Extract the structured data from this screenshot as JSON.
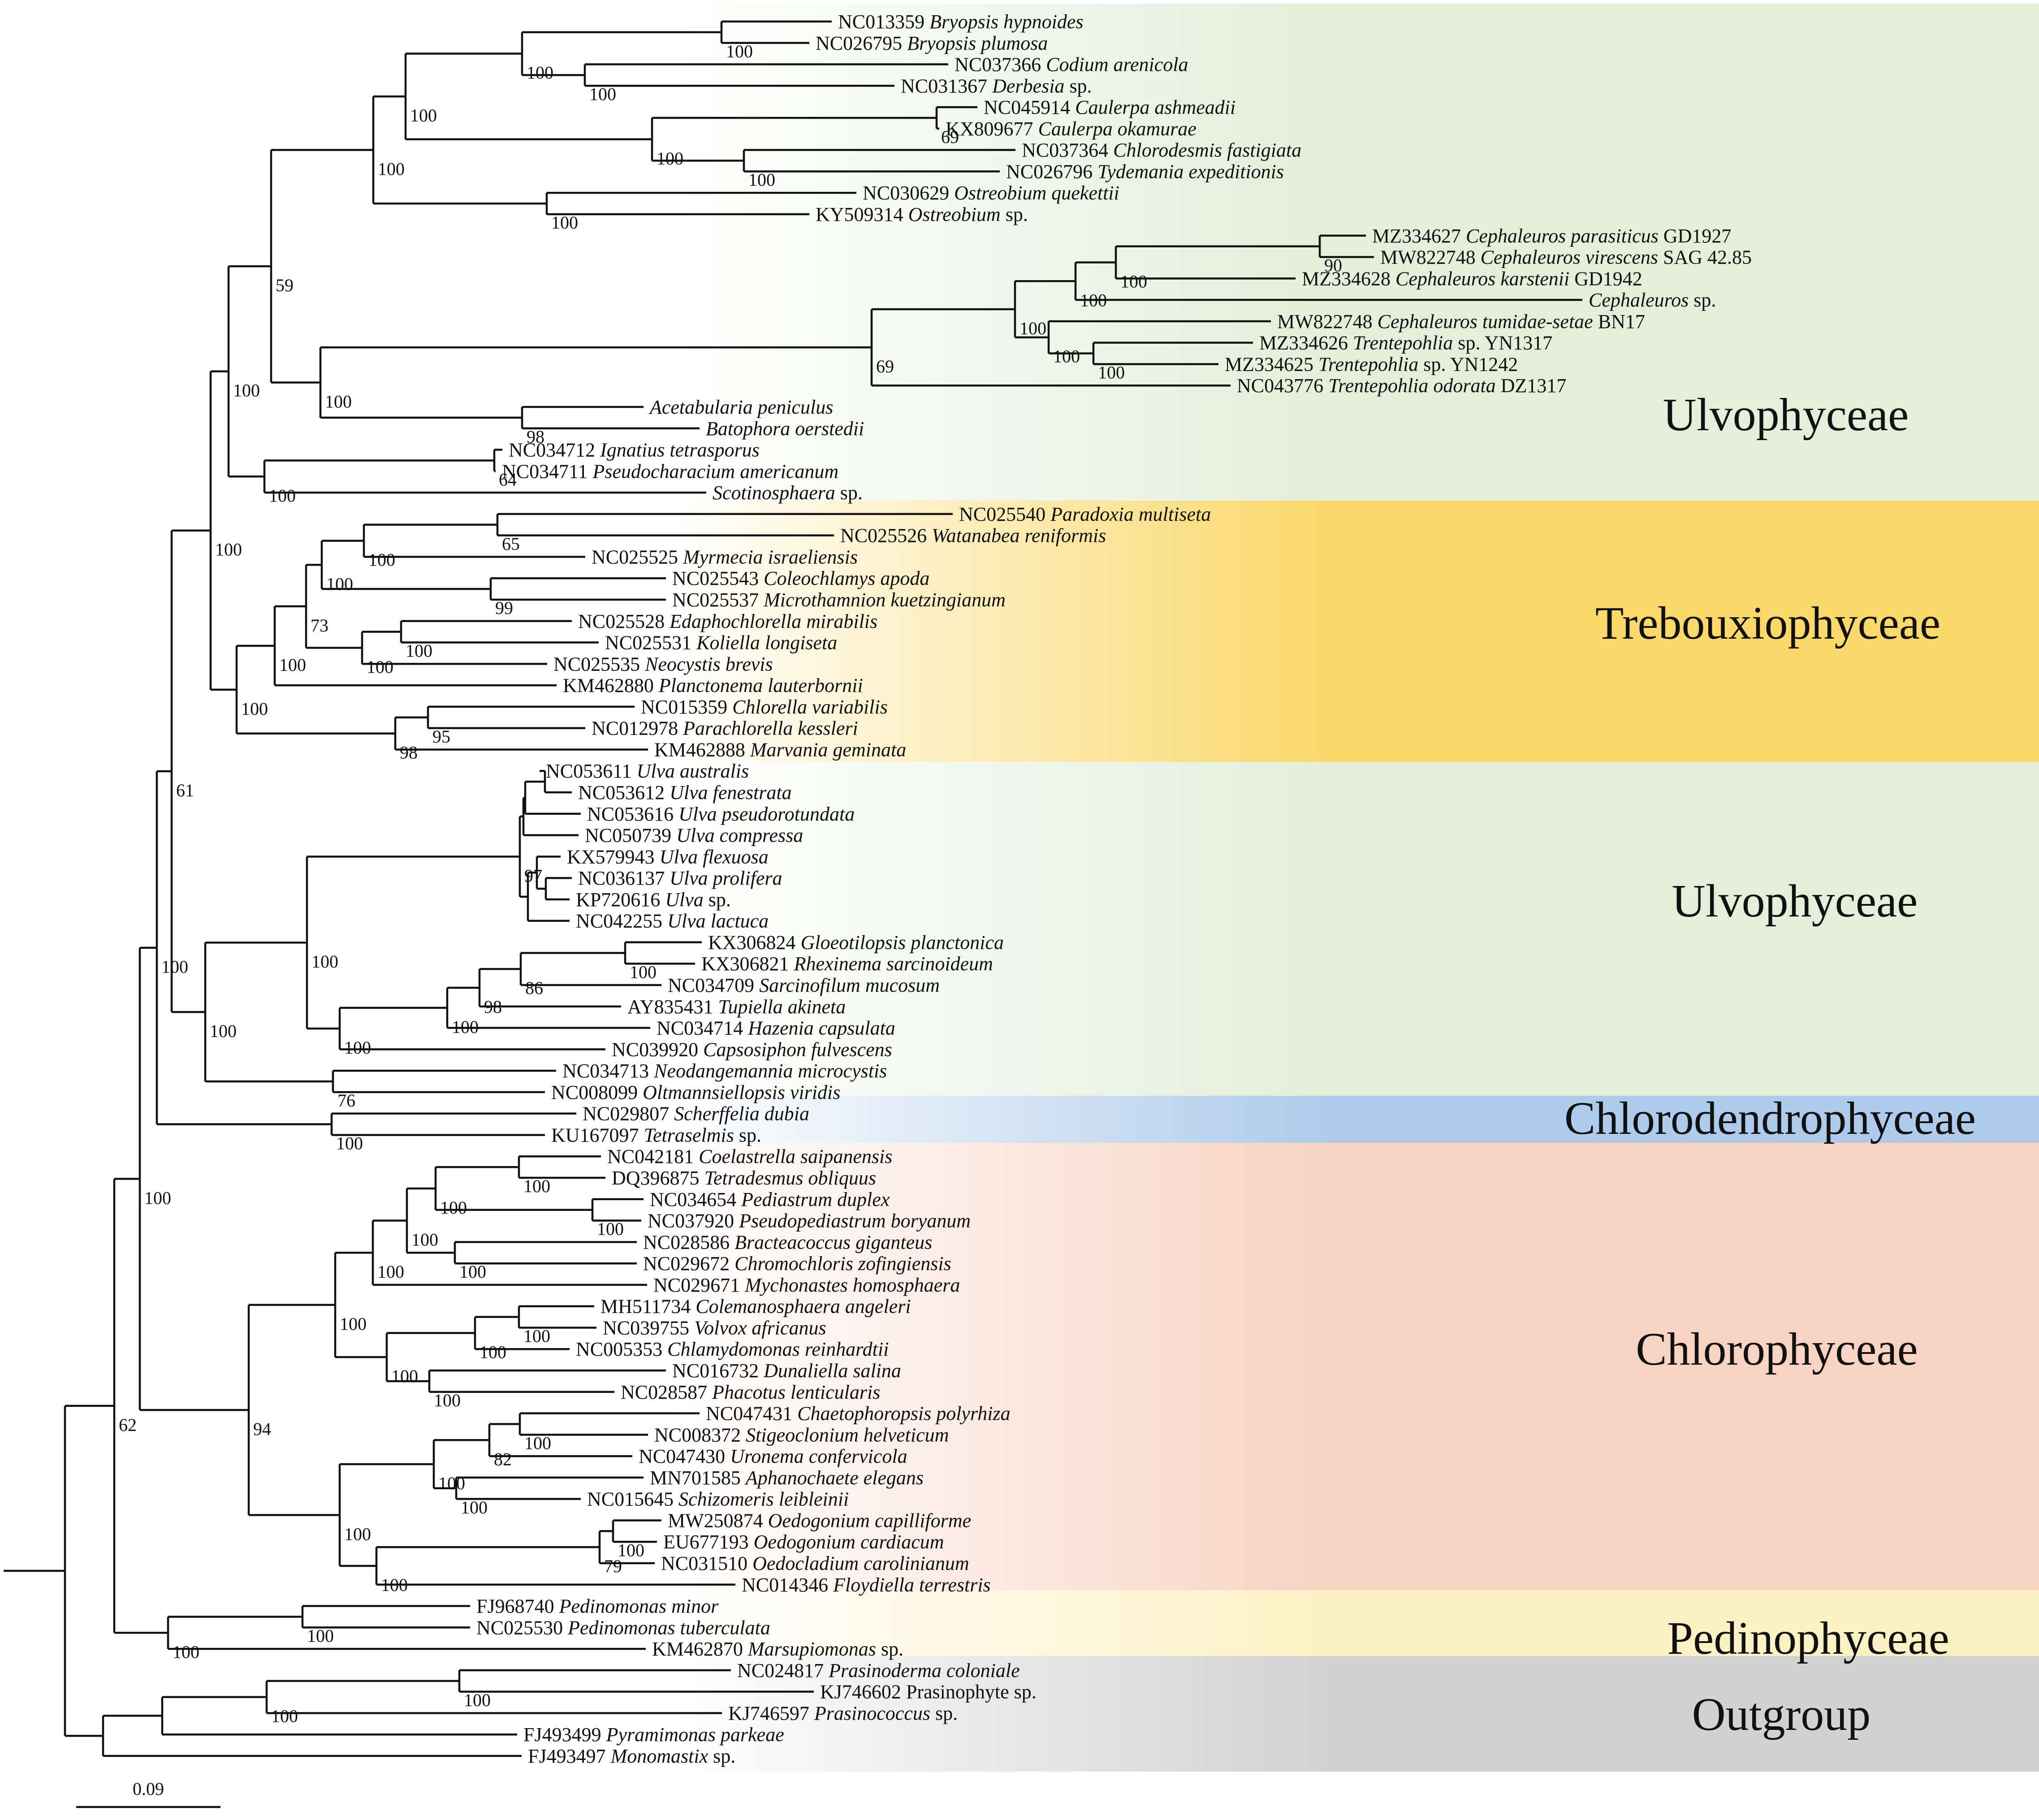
{
  "colors": {
    "branch": "#111111",
    "ulvophyceae": "#e3efda",
    "trebouxiophyceae": "#fad86a",
    "chlorodendrophyceae": "#aecbeb",
    "chlorophyceae": "#f8d3c3",
    "pedinophyceae": "#fcf1c4",
    "outgroup": "#d2d2d2"
  },
  "groups": [
    {
      "label": "Ulvophyceae",
      "color_key": "ulvophyceae"
    },
    {
      "label": "Trebouxiophyceae",
      "color_key": "trebouxiophyceae"
    },
    {
      "label": "Ulvophyceae",
      "color_key": "ulvophyceae"
    },
    {
      "label": "Chlorodendrophyceae",
      "color_key": "chlorodendrophyceae"
    },
    {
      "label": "Chlorophyceae",
      "color_key": "chlorophyceae"
    },
    {
      "label": "Pedinophyceae",
      "color_key": "pedinophyceae"
    },
    {
      "label": "Outgroup",
      "color_key": "outgroup"
    }
  ],
  "scale_bar": {
    "label": "0.09",
    "value": 0.09
  },
  "taxa": [
    {
      "acc": "NC013359",
      "name": "Bryopsis hypnoides",
      "sp": "",
      "strain": ""
    },
    {
      "acc": "NC026795",
      "name": "Bryopsis plumosa",
      "sp": "",
      "strain": ""
    },
    {
      "acc": "NC037366",
      "name": "Codium arenicola",
      "sp": "",
      "strain": ""
    },
    {
      "acc": "NC031367",
      "name": "Derbesia",
      "sp": "sp.",
      "strain": ""
    },
    {
      "acc": "NC045914",
      "name": "Caulerpa ashmeadii",
      "sp": "",
      "strain": ""
    },
    {
      "acc": "KX809677",
      "name": "Caulerpa okamurae",
      "sp": "",
      "strain": ""
    },
    {
      "acc": "NC037364",
      "name": "Chlorodesmis fastigiata",
      "sp": "",
      "strain": ""
    },
    {
      "acc": "NC026796",
      "name": "Tydemania expeditionis",
      "sp": "",
      "strain": ""
    },
    {
      "acc": "NC030629",
      "name": "Ostreobium quekettii",
      "sp": "",
      "strain": ""
    },
    {
      "acc": "KY509314",
      "name": "Ostreobium",
      "sp": "sp.",
      "strain": ""
    },
    {
      "acc": "MZ334627",
      "name": "Cephaleuros parasiticus",
      "sp": "",
      "strain": "GD1927"
    },
    {
      "acc": "MW822748",
      "name": "Cephaleuros virescens",
      "sp": "",
      "strain": "SAG 42.85"
    },
    {
      "acc": "MZ334628",
      "name": "Cephaleuros karstenii",
      "sp": "",
      "strain": "GD1942"
    },
    {
      "acc": "",
      "name": "Cephaleuros",
      "sp": "sp.",
      "strain": ""
    },
    {
      "acc": "MW822748",
      "name": "Cephaleuros tumidae-setae",
      "sp": "",
      "strain": "BN17"
    },
    {
      "acc": "MZ334626",
      "name": "Trentepohlia",
      "sp": "sp.",
      "strain": "YN1317"
    },
    {
      "acc": "MZ334625",
      "name": "Trentepohlia",
      "sp": "sp.",
      "strain": "YN1242"
    },
    {
      "acc": "NC043776",
      "name": "Trentepohlia odorata",
      "sp": "",
      "strain": "DZ1317"
    },
    {
      "acc": "",
      "name": "Acetabularia peniculus",
      "sp": "",
      "strain": ""
    },
    {
      "acc": "",
      "name": "Batophora oerstedii",
      "sp": "",
      "strain": ""
    },
    {
      "acc": "NC034712",
      "name": "Ignatius tetrasporus",
      "sp": "",
      "strain": ""
    },
    {
      "acc": "NC034711",
      "name": "Pseudocharacium americanum",
      "sp": "",
      "strain": ""
    },
    {
      "acc": "",
      "name": "Scotinosphaera",
      "sp": "sp.",
      "strain": ""
    },
    {
      "acc": "NC025540",
      "name": "Paradoxia multiseta",
      "sp": "",
      "strain": ""
    },
    {
      "acc": "NC025526",
      "name": "Watanabea reniformis",
      "sp": "",
      "strain": ""
    },
    {
      "acc": "NC025525",
      "name": "Myrmecia israeliensis",
      "sp": "",
      "strain": ""
    },
    {
      "acc": "NC025543",
      "name": "Coleochlamys apoda",
      "sp": "",
      "strain": ""
    },
    {
      "acc": "NC025537",
      "name": "Microthamnion kuetzingianum",
      "sp": "",
      "strain": ""
    },
    {
      "acc": "NC025528",
      "name": "Edaphochlorella mirabilis",
      "sp": "",
      "strain": ""
    },
    {
      "acc": "NC025531",
      "name": "Koliella longiseta",
      "sp": "",
      "strain": ""
    },
    {
      "acc": "NC025535",
      "name": "Neocystis brevis",
      "sp": "",
      "strain": ""
    },
    {
      "acc": "KM462880",
      "name": "Planctonema lauterbornii",
      "sp": "",
      "strain": ""
    },
    {
      "acc": "NC015359",
      "name": "Chlorella variabilis",
      "sp": "",
      "strain": ""
    },
    {
      "acc": "NC012978",
      "name": "Parachlorella kessleri",
      "sp": "",
      "strain": ""
    },
    {
      "acc": "KM462888",
      "name": "Marvania geminata",
      "sp": "",
      "strain": ""
    },
    {
      "acc": "NC053611",
      "name": "Ulva australis",
      "sp": "",
      "strain": ""
    },
    {
      "acc": "NC053612",
      "name": "Ulva fenestrata",
      "sp": "",
      "strain": ""
    },
    {
      "acc": "NC053616",
      "name": "Ulva pseudorotundata",
      "sp": "",
      "strain": ""
    },
    {
      "acc": "NC050739",
      "name": "Ulva compressa",
      "sp": "",
      "strain": ""
    },
    {
      "acc": "KX579943",
      "name": "Ulva flexuosa",
      "sp": "",
      "strain": ""
    },
    {
      "acc": "NC036137",
      "name": "Ulva prolifera",
      "sp": "",
      "strain": ""
    },
    {
      "acc": "KP720616",
      "name": "Ulva",
      "sp": "sp.",
      "strain": ""
    },
    {
      "acc": "NC042255",
      "name": "Ulva lactuca",
      "sp": "",
      "strain": ""
    },
    {
      "acc": "KX306824",
      "name": "Gloeotilopsis planctonica",
      "sp": "",
      "strain": ""
    },
    {
      "acc": "KX306821",
      "name": "Rhexinema sarcinoideum",
      "sp": "",
      "strain": ""
    },
    {
      "acc": "NC034709",
      "name": "Sarcinofilum mucosum",
      "sp": "",
      "strain": ""
    },
    {
      "acc": "AY835431",
      "name": "Tupiella akineta",
      "sp": "",
      "strain": ""
    },
    {
      "acc": "NC034714",
      "name": "Hazenia capsulata",
      "sp": "",
      "strain": ""
    },
    {
      "acc": "NC039920",
      "name": "Capsosiphon fulvescens",
      "sp": "",
      "strain": ""
    },
    {
      "acc": "NC034713",
      "name": "Neodangemannia microcystis",
      "sp": "",
      "strain": ""
    },
    {
      "acc": "NC008099",
      "name": "Oltmannsiellopsis viridis",
      "sp": "",
      "strain": ""
    },
    {
      "acc": "NC029807",
      "name": "Scherffelia dubia",
      "sp": "",
      "strain": ""
    },
    {
      "acc": "KU167097",
      "name": "Tetraselmis",
      "sp": "sp.",
      "strain": ""
    },
    {
      "acc": "NC042181",
      "name": "Coelastrella saipanensis",
      "sp": "",
      "strain": ""
    },
    {
      "acc": "DQ396875",
      "name": "Tetradesmus obliquus",
      "sp": "",
      "strain": ""
    },
    {
      "acc": "NC034654",
      "name": "Pediastrum duplex",
      "sp": "",
      "strain": ""
    },
    {
      "acc": "NC037920",
      "name": "Pseudopediastrum boryanum",
      "sp": "",
      "strain": ""
    },
    {
      "acc": "NC028586",
      "name": "Bracteacoccus giganteus",
      "sp": "",
      "strain": ""
    },
    {
      "acc": "NC029672",
      "name": "Chromochloris zofingiensis",
      "sp": "",
      "strain": ""
    },
    {
      "acc": "NC029671",
      "name": "Mychonastes homosphaera",
      "sp": "",
      "strain": ""
    },
    {
      "acc": "MH511734",
      "name": "Colemanosphaera angeleri",
      "sp": "",
      "strain": ""
    },
    {
      "acc": "NC039755",
      "name": "Volvox africanus",
      "sp": "",
      "strain": ""
    },
    {
      "acc": "NC005353",
      "name": "Chlamydomonas reinhardtii",
      "sp": "",
      "strain": ""
    },
    {
      "acc": "NC016732",
      "name": "Dunaliella salina",
      "sp": "",
      "strain": ""
    },
    {
      "acc": "NC028587",
      "name": "Phacotus lenticularis",
      "sp": "",
      "strain": ""
    },
    {
      "acc": "NC047431",
      "name": "Chaetophoropsis polyrhiza",
      "sp": "",
      "strain": ""
    },
    {
      "acc": "NC008372",
      "name": "Stigeoclonium helveticum",
      "sp": "",
      "strain": ""
    },
    {
      "acc": "NC047430",
      "name": "Uronema confervicola",
      "sp": "",
      "strain": ""
    },
    {
      "acc": "MN701585",
      "name": "Aphanochaete elegans",
      "sp": "",
      "strain": ""
    },
    {
      "acc": "NC015645",
      "name": "Schizomeris leibleinii",
      "sp": "",
      "strain": ""
    },
    {
      "acc": "MW250874",
      "name": "Oedogonium capilliforme",
      "sp": "",
      "strain": ""
    },
    {
      "acc": "EU677193",
      "name": "Oedogonium cardiacum",
      "sp": "",
      "strain": ""
    },
    {
      "acc": "NC031510",
      "name": "Oedocladium carolinianum",
      "sp": "",
      "strain": ""
    },
    {
      "acc": "NC014346",
      "name": "Floydiella terrestris",
      "sp": "",
      "strain": ""
    },
    {
      "acc": "FJ968740",
      "name": "Pedinomonas minor",
      "sp": "",
      "strain": ""
    },
    {
      "acc": "NC025530",
      "name": "Pedinomonas tuberculata",
      "sp": "",
      "strain": ""
    },
    {
      "acc": "KM462870",
      "name": "Marsupiomonas",
      "sp": "sp.",
      "strain": ""
    },
    {
      "acc": "NC024817",
      "name": "Prasinoderma coloniale",
      "sp": "",
      "strain": ""
    },
    {
      "acc": "KJ746602",
      "name": "Prasinophyte sp.",
      "sp": "",
      "strain": "",
      "roman": true
    },
    {
      "acc": "KJ746597",
      "name": "Prasinococcus",
      "sp": "sp.",
      "strain": ""
    },
    {
      "acc": "FJ493499",
      "name": "Pyramimonas parkeae",
      "sp": "",
      "strain": ""
    },
    {
      "acc": "FJ493497",
      "name": "Monomastix",
      "sp": "sp.",
      "strain": ""
    }
  ],
  "supports": [
    "100",
    "100",
    "100",
    "69",
    "100",
    "100",
    "100",
    "100",
    "100",
    "90",
    "100",
    "100",
    "100",
    "100",
    "100",
    "69",
    "98",
    "100",
    "59",
    "64",
    "100",
    "100",
    "65",
    "100",
    "99",
    "100",
    "100",
    "100",
    "73",
    "100",
    "95",
    "98",
    "100",
    "100",
    "97",
    "100",
    "86",
    "98",
    "100",
    "100",
    "100",
    "76",
    "100",
    "61",
    "100",
    "100",
    "100",
    "100",
    "100",
    "100",
    "100",
    "100",
    "100",
    "100",
    "100",
    "100",
    "100",
    "100",
    "82",
    "100",
    "100",
    "100",
    "79",
    "100",
    "100",
    "94",
    "100",
    "100",
    "100",
    "62",
    "100",
    "100"
  ]
}
